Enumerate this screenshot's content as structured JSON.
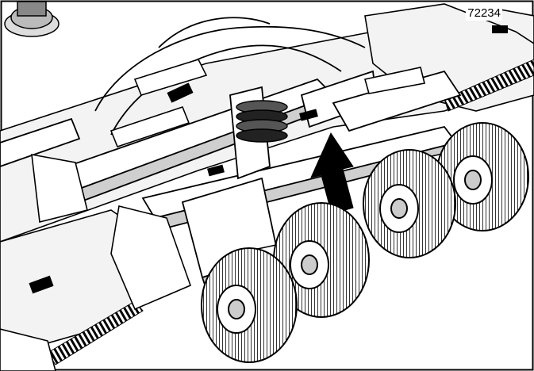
{
  "figure": {
    "number": "72234",
    "subject": "mower-deck-wheel-assembly",
    "arrow_direction": "up-left"
  }
}
